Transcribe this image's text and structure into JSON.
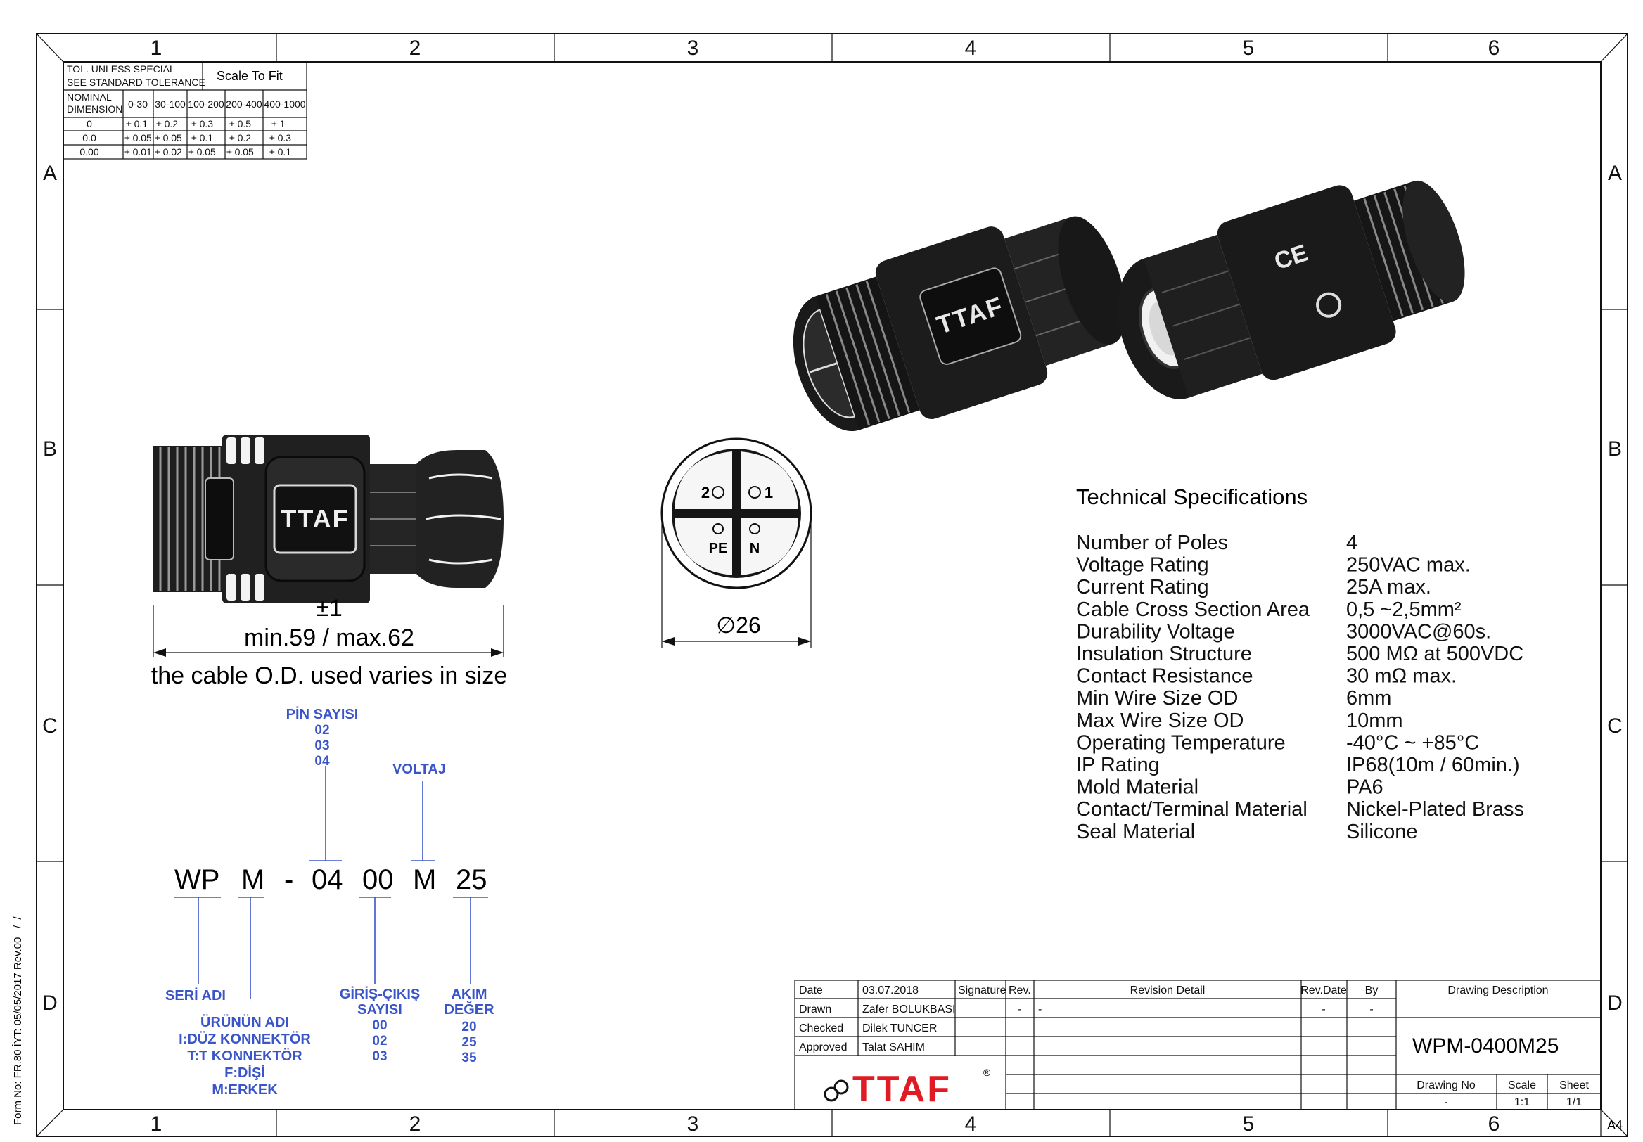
{
  "zones": {
    "columns": [
      "1",
      "2",
      "3",
      "4",
      "5",
      "6"
    ],
    "rows": [
      "A",
      "B",
      "C",
      "D"
    ]
  },
  "tolerance": {
    "header": [
      "TOL. UNLESS SPECIAL",
      "SEE STANDARD TOLERANCE"
    ],
    "scale_label": "Scale To Fit",
    "nominal": [
      "NOMINAL",
      "DIMENSION"
    ],
    "ranges": [
      "0-30",
      "30-100",
      "100-200",
      "200-400",
      "400-1000"
    ],
    "rows": [
      {
        "dim": "0",
        "vals": [
          "± 0.1",
          "± 0.2",
          "± 0.3",
          "± 0.5",
          "± 1"
        ]
      },
      {
        "dim": "0.0",
        "vals": [
          "± 0.05",
          "± 0.05",
          "± 0.1",
          "± 0.2",
          "± 0.3"
        ]
      },
      {
        "dim": "0.00",
        "vals": [
          "± 0.01",
          "± 0.02",
          "± 0.05",
          "± 0.05",
          "± 0.1"
        ]
      }
    ]
  },
  "side_view": {
    "brand": "TTAF",
    "tolerance": "±1",
    "length": "min.59 / max.62",
    "note": "the cable O.D. used varies in size"
  },
  "face_view": {
    "pins": [
      "2",
      "1",
      "PE",
      "N"
    ],
    "diameter": "∅26"
  },
  "specs": {
    "title": "Technical Specifications",
    "rows": [
      {
        "label": "Number of Poles",
        "value": "4"
      },
      {
        "label": "Voltage Rating",
        "value": "250VAC max."
      },
      {
        "label": "Current Rating",
        "value": "25A max."
      },
      {
        "label": "Cable Cross Section Area",
        "value": "0,5 ~2,5mm²"
      },
      {
        "label": "Durability Voltage",
        "value": "3000VAC@60s."
      },
      {
        "label": "Insulation Structure",
        "value": "500 MΩ at 500VDC"
      },
      {
        "label": "Contact Resistance",
        "value": "30 mΩ max."
      },
      {
        "label": "Min Wire Size OD",
        "value": "6mm"
      },
      {
        "label": "Max Wire Size OD",
        "value": "10mm"
      },
      {
        "label": "Operating Temperature",
        "value": "-40°C ~ +85°C"
      },
      {
        "label": "IP Rating",
        "value": "IP68(10m / 60min.)"
      },
      {
        "label": "Mold Material",
        "value": "PA6"
      },
      {
        "label": "Contact/Terminal Material",
        "value": "Nickel-Plated Brass"
      },
      {
        "label": "Seal Material",
        "value": "Silicone"
      }
    ]
  },
  "code": {
    "parts": [
      "WP",
      "M",
      "-",
      "04",
      "00",
      "M",
      "25"
    ],
    "pin_count": {
      "title": "PİN SAYISI",
      "values": [
        "02",
        "03",
        "04"
      ]
    },
    "voltage": {
      "title": "VOLTAJ"
    },
    "series": {
      "title": "SERİ ADI"
    },
    "product": {
      "title": "ÜRÜNÜN ADI",
      "values": [
        "I:DÜZ KONNEKTÖR",
        "T:T KONNEKTÖR",
        "F:DİŞİ",
        "M:ERKEK"
      ]
    },
    "io": {
      "title": [
        "GİRİŞ-ÇIKIŞ",
        "SAYISI"
      ],
      "values": [
        "00",
        "02",
        "03"
      ]
    },
    "current": {
      "title": [
        "AKIM",
        "DEĞER"
      ],
      "values": [
        "20",
        "25",
        "35"
      ]
    }
  },
  "title_block": {
    "date_label": "Date",
    "date": "03.07.2018",
    "signature_label": "Signature",
    "rev_label": "Rev.",
    "revision_detail_label": "Revision Detail",
    "rev_date_label": "Rev.Date",
    "by_label": "By",
    "drawing_description_label": "Drawing Description",
    "drawn_label": "Drawn",
    "drawn_by": "Zafer BOLUKBASI",
    "checked_label": "Checked",
    "checked_by": "Dilek TUNCER",
    "approved_label": "Approved",
    "approved_by": "Talat SAHIM",
    "rev_dash": "-",
    "detail_dash": "-",
    "rev_date_dash": "-",
    "by_dash": "-",
    "logo": "TTAF",
    "logo_mark": "®",
    "drawing_description": "WPM-0400M25",
    "drawing_no_label": "Drawing No",
    "drawing_no": "-",
    "scale_label": "Scale",
    "scale": "1:1",
    "sheet_label": "Sheet",
    "sheet": "1/1"
  },
  "paper_size": "A4",
  "form_no": "Form No: FR.80  İYT: 05/05/2017  Rev.00  _/_/__"
}
